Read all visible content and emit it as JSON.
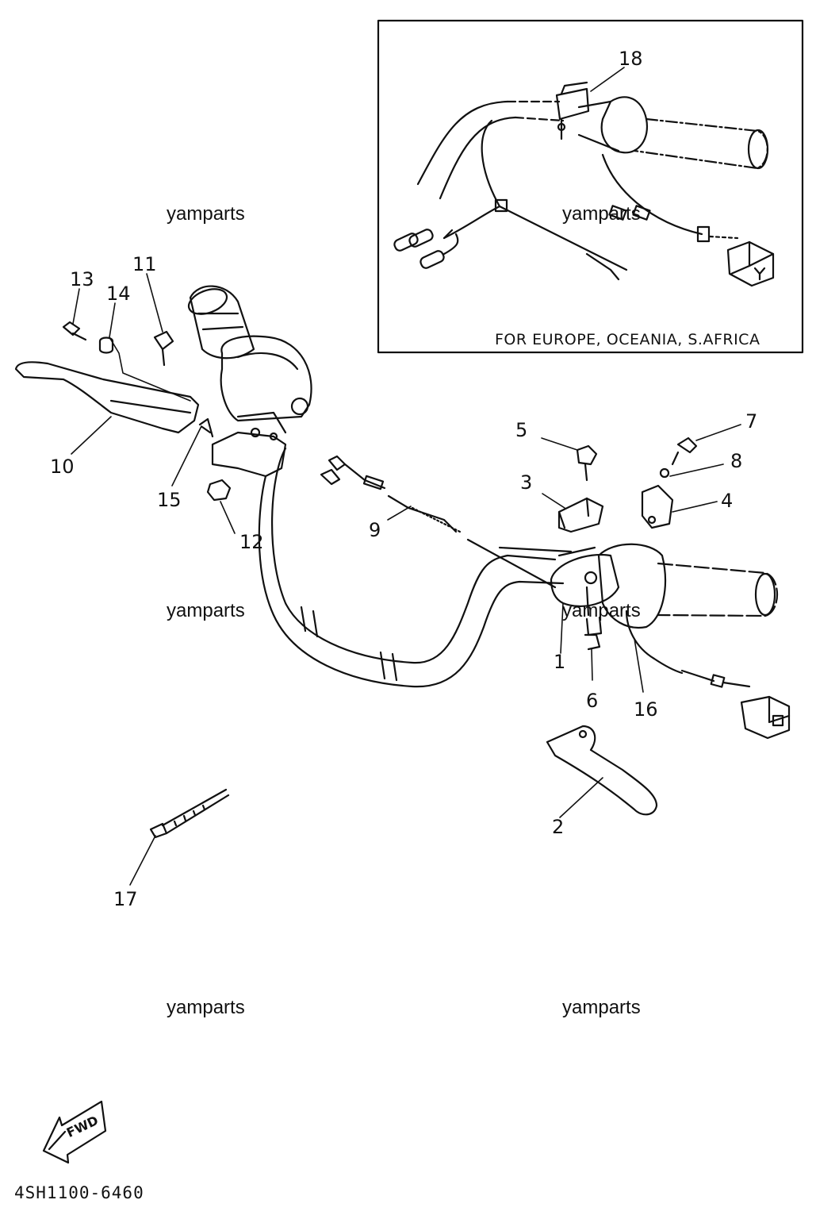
{
  "inset": {
    "note": "FOR EUROPE, OCEANIA, S.AFRICA"
  },
  "watermarks": [
    "yamparts",
    "yamparts",
    "yamparts",
    "yamparts",
    "yamparts",
    "yamparts"
  ],
  "callouts": [
    "1",
    "2",
    "3",
    "4",
    "5",
    "6",
    "7",
    "8",
    "9",
    "10",
    "11",
    "12",
    "13",
    "14",
    "15",
    "16",
    "17",
    "18"
  ],
  "direction": {
    "label": "FWD"
  },
  "diagram_code": "4SH1100-6460"
}
